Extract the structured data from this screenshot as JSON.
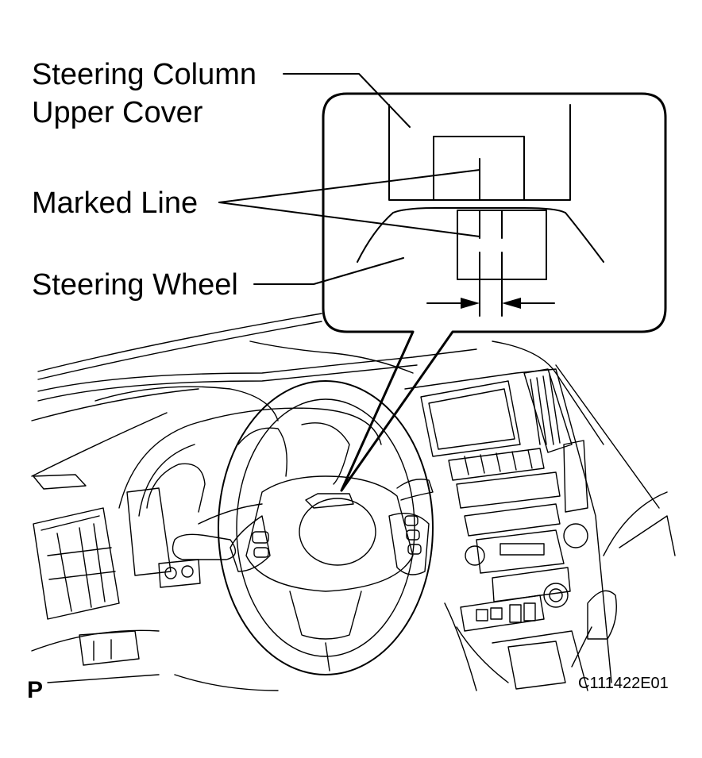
{
  "labels": {
    "upper_cover_line1": "Steering Column",
    "upper_cover_line2": "Upper Cover",
    "marked_line": "Marked Line",
    "steering_wheel": "Steering Wheel",
    "figure_code": "C111422E01",
    "corner_mark": "P"
  }
}
